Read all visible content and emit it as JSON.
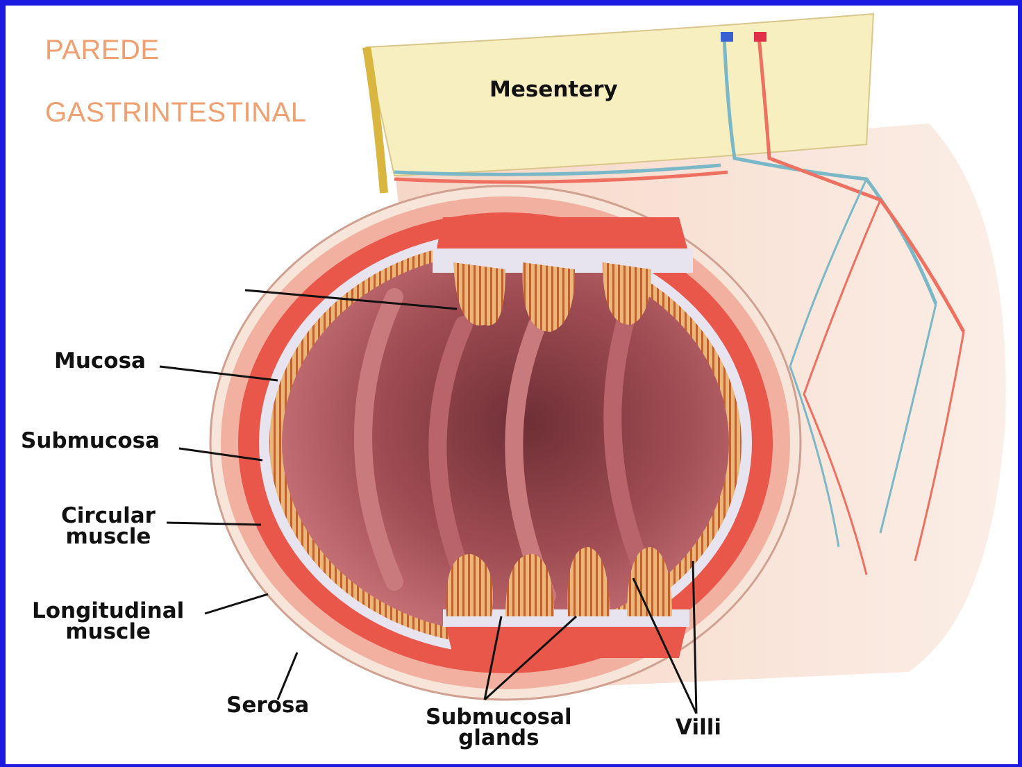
{
  "title": {
    "line1": "PAREDE",
    "line2": "GASTRINTESTINAL"
  },
  "labels": {
    "mesentery": "Mesentery",
    "mucosa": "Mucosa",
    "submucosa": "Submucosa",
    "circular_muscle": [
      "Circular",
      "muscle"
    ],
    "longitudinal_muscle": [
      "Longitudinal",
      "muscle"
    ],
    "serosa": "Serosa",
    "submucosal_glands": [
      "Submucosal",
      "glands"
    ],
    "villi": "Villi"
  },
  "colors": {
    "border": "#1a1ae0",
    "title": "#f0a070",
    "muscle": "#e8574a",
    "mesentery": "#f8efc0",
    "mucosa": "#b85a5e"
  }
}
